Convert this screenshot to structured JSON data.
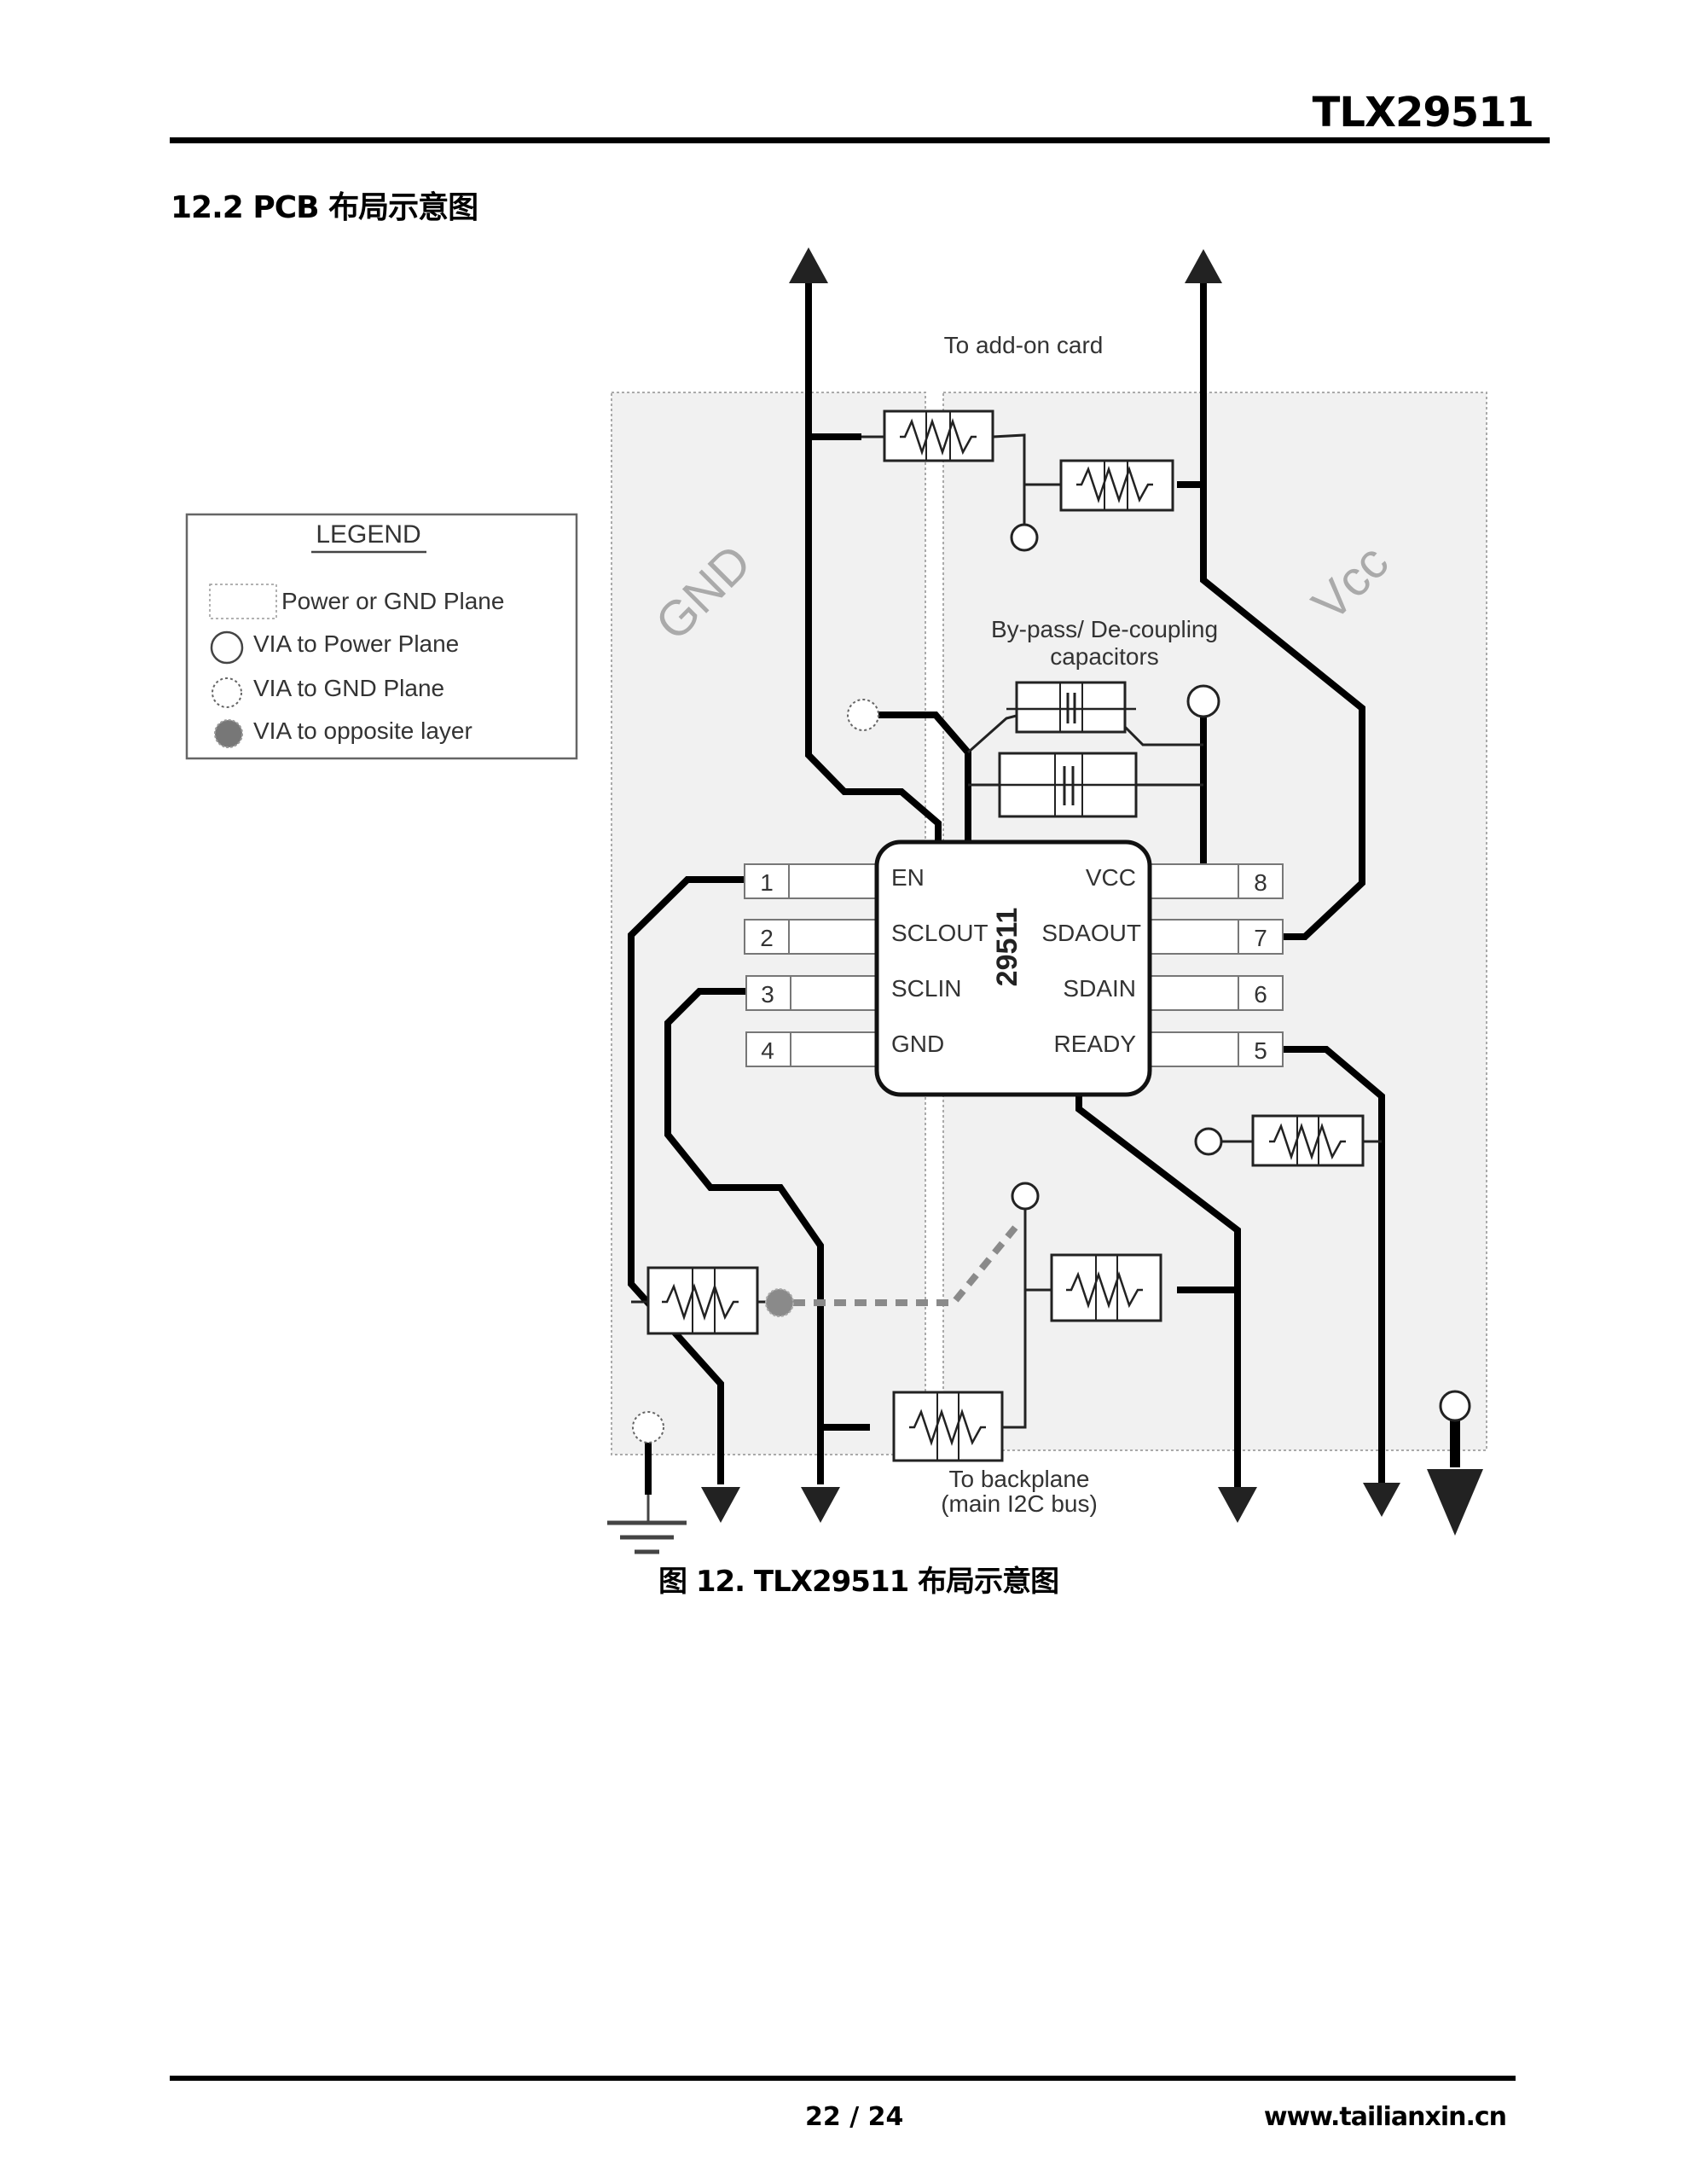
{
  "header": {
    "doc_id": "TLX29511"
  },
  "section": {
    "title": "12.2 PCB 布局示意图"
  },
  "legend": {
    "title": "LEGEND",
    "items": [
      {
        "icon": "dashed-rect-icon",
        "label": "Power or GND Plane"
      },
      {
        "icon": "via-power-icon",
        "label": "VIA to Power Plane"
      },
      {
        "icon": "via-gnd-icon",
        "label": "VIA to GND Plane"
      },
      {
        "icon": "via-opposite-icon",
        "label": "VIA to opposite layer"
      }
    ]
  },
  "diagram": {
    "top_label": "To add-on card",
    "bottom_label_line1": "To backplane",
    "bottom_label_line2": "(main I2C bus)",
    "gnd_plane_label": "GND",
    "vcc_plane_label": "Vcc",
    "caps_label_line1": "By-pass/ De-coupling",
    "caps_label_line2": "capacitors",
    "chip_part": "29511",
    "pins_left": [
      {
        "num": "1",
        "name": "EN"
      },
      {
        "num": "2",
        "name": "SCLOUT"
      },
      {
        "num": "3",
        "name": "SCLIN"
      },
      {
        "num": "4",
        "name": "GND"
      }
    ],
    "pins_right": [
      {
        "num": "8",
        "name": "VCC"
      },
      {
        "num": "7",
        "name": "SDAOUT"
      },
      {
        "num": "6",
        "name": "SDAIN"
      },
      {
        "num": "5",
        "name": "READY"
      }
    ]
  },
  "caption": "图 12. TLX29511 布局示意图",
  "footer": {
    "page": "22 / 24",
    "url": "www.tailianxin.cn"
  }
}
